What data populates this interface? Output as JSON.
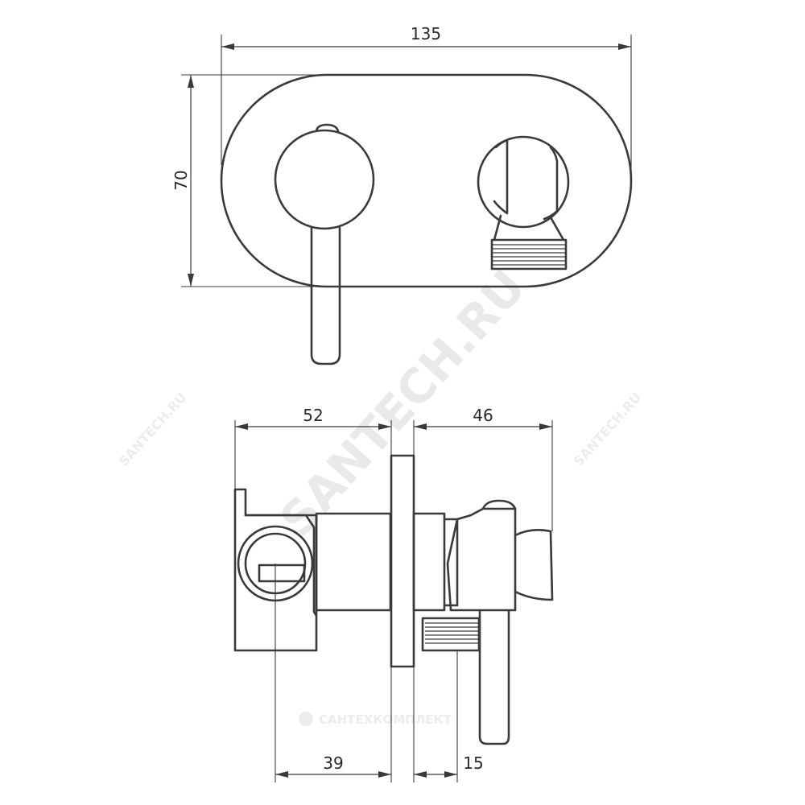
{
  "dimensions": {
    "plate_width": "135",
    "plate_height": "70",
    "body_depth": "52",
    "front_depth": "46",
    "outlet_offset": "39",
    "thread_offset": "15"
  },
  "watermarks": {
    "main": "SANTECH.RU",
    "left": "SANTECH.RU",
    "right": "SANTECH.RU",
    "bottom": "САНТЕХКОМПЛЕКТ"
  },
  "colors": {
    "line": "#3a3a3a",
    "watermark": "#e9e9e9",
    "background": "#ffffff"
  }
}
